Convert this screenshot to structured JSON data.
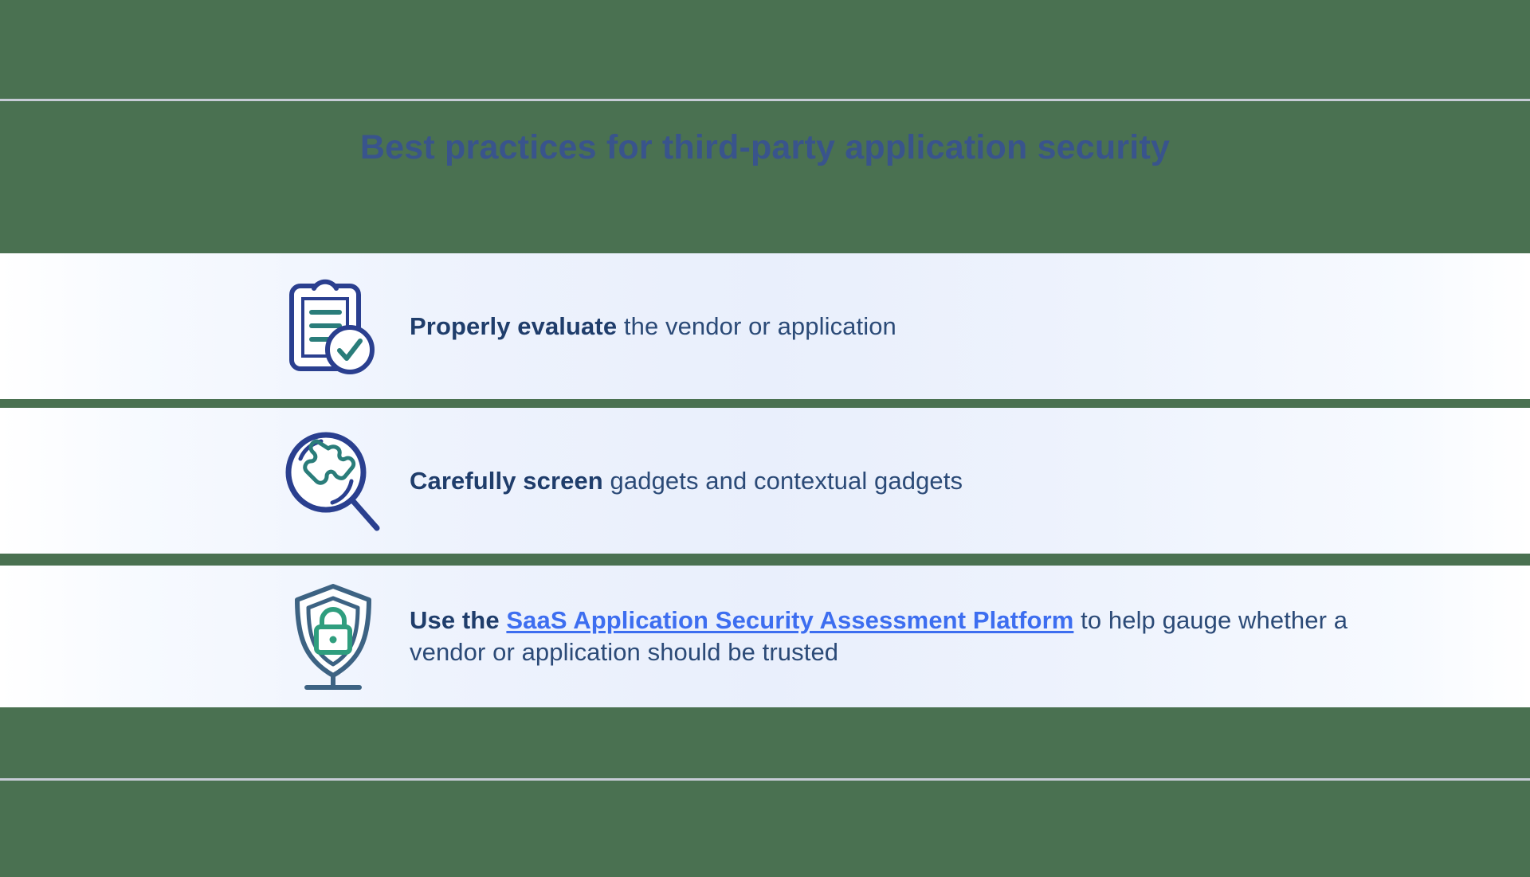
{
  "theme": {
    "background_green": "#4a7151",
    "band_blue": "#e9effc",
    "rule_gray": "#c7ccd6",
    "heading_blue": "#39548c",
    "body_navy": "#2b4a77",
    "bold_navy": "#1f3d6b",
    "link_blue": "#3d6ef0",
    "icon_navy": "#2a3f8f",
    "icon_steel": "#3d6383",
    "icon_teal": "#2a7d7a",
    "icon_green": "#2f9e7e"
  },
  "heading": {
    "title": "Best practices for third-party application security"
  },
  "rows": [
    {
      "icon": "clipboard-check-icon",
      "bold": "Properly evaluate",
      "rest": " the vendor or application"
    },
    {
      "icon": "magnifier-puzzle-icon",
      "bold": "Carefully screen",
      "rest": " gadgets and contextual gadgets"
    },
    {
      "icon": "shield-lock-icon",
      "bold": "Use the ",
      "link": "SaaS Application Security Assessment Platform",
      "rest": " to help gauge whether a vendor or application should be trusted"
    }
  ]
}
